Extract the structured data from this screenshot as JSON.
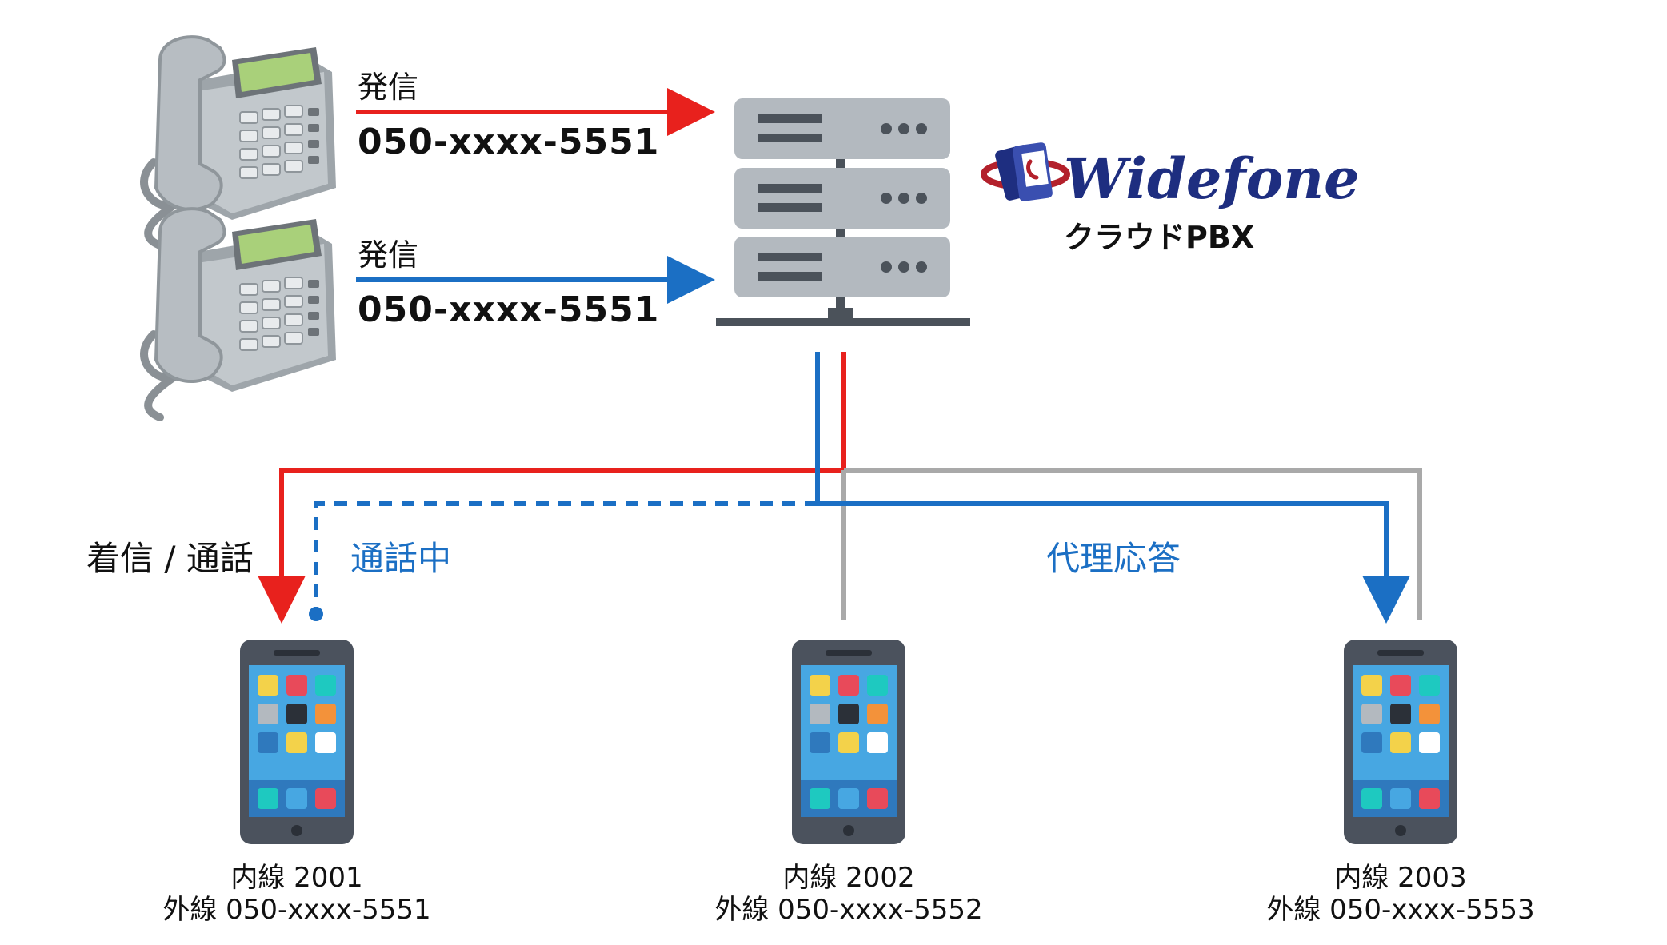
{
  "calls": [
    {
      "label": "発信",
      "number": "050-xxxx-5551",
      "color": "#e8211d"
    },
    {
      "label": "発信",
      "number": "050-xxxx-5551",
      "color": "#1b6fc4"
    }
  ],
  "server": {
    "brand": "Widefone",
    "product": "クラウドPBX"
  },
  "status": {
    "incoming": "着信 / 通話",
    "talking": "通話中",
    "proxy": "代理応答"
  },
  "extensions": [
    {
      "internal": "内線 2001",
      "external": "外線 050-xxxx-5551"
    },
    {
      "internal": "内線 2002",
      "external": "外線 050-xxxx-5552"
    },
    {
      "internal": "内線 2003",
      "external": "外線 050-xxxx-5553"
    }
  ],
  "colors": {
    "red_line": "#e8211d",
    "blue_line": "#1b6fc4",
    "gray_line": "#a9a9a9",
    "server_unit": "#b3b9bf",
    "brand_red": "#b3202b",
    "brand_navy": "#1e2e80"
  },
  "icons": [
    "desk-phone-icon",
    "server-rack-icon",
    "widefone-logo-icon",
    "smartphone-icon"
  ]
}
